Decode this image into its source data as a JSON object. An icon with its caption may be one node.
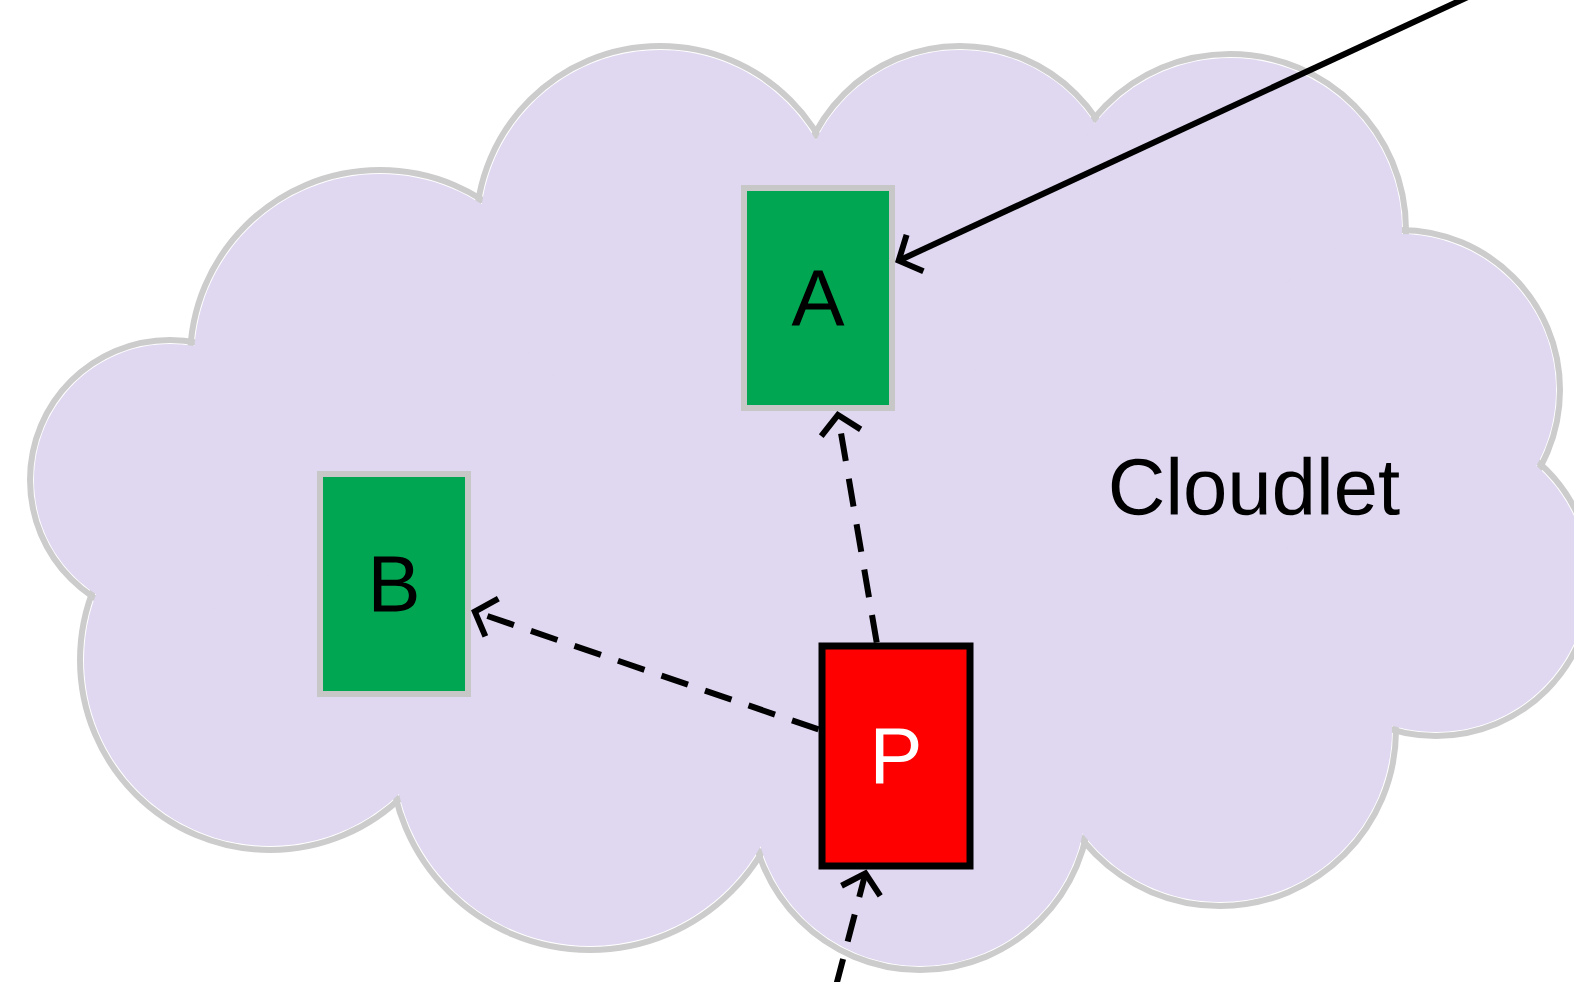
{
  "diagram": {
    "nodes": [
      {
        "text": [
          "Cloudlet"
        ]
      },
      {
        "text": [
          "A"
        ],
        "in": 0
      },
      {
        "text": [
          "B"
        ],
        "in": 0
      },
      {
        "text": [
          "P"
        ],
        "in": 0
      }
    ],
    "edges": [
      {
        "from": null,
        "to": 1,
        "arrow": "to"
      },
      {
        "from": 3,
        "to": 1,
        "arrow": "to",
        "style": "dashed"
      },
      {
        "from": 3,
        "to": 2,
        "arrow": "to",
        "style": "dashed"
      },
      {
        "from": null,
        "to": 3,
        "arrow": "to",
        "style": "dashed"
      }
    ]
  }
}
